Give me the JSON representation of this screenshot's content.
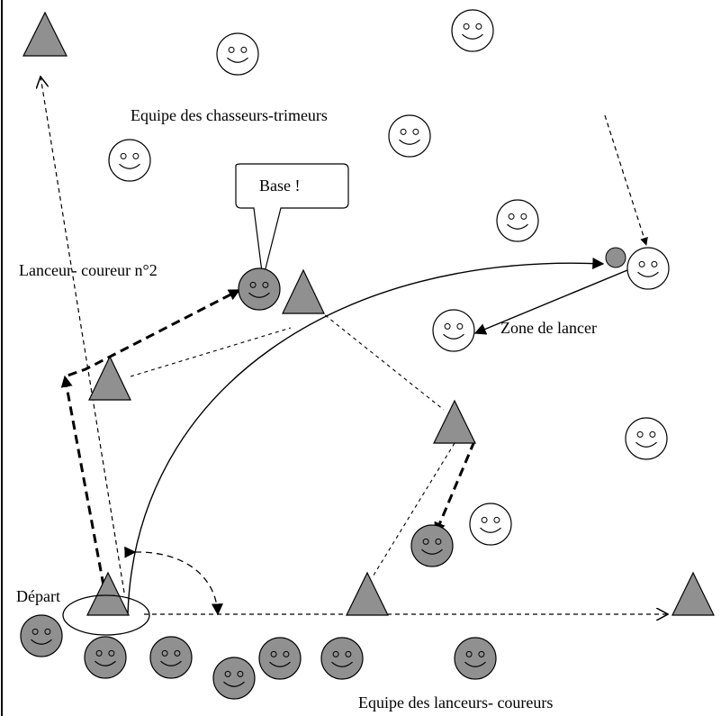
{
  "labels": {
    "chasers_team": "Equipe des chasseurs-trimeurs",
    "runner2": "Lanceur- coureur n°2",
    "throw_zone": "Zone de lancer",
    "start": "Départ",
    "throwers_team": "Equipe des lanceurs- coureurs"
  },
  "speech_bubble": {
    "text": "Base !"
  },
  "colors": {
    "runner_fill": "#909090",
    "base_fill": "#909090",
    "chaser_fill": "#ffffff",
    "stroke": "#000000"
  }
}
